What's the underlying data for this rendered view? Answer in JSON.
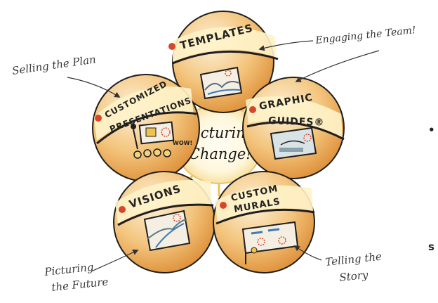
{
  "center": {
    "line1": "Picturing",
    "line2": "Change!!"
  },
  "nodes": [
    {
      "id": "templates",
      "label": "TEMPLATES"
    },
    {
      "id": "customized",
      "label1": "CUSTOMIZED",
      "label2": "PRESENTATIONS"
    },
    {
      "id": "graphic",
      "label1": "GRAPHIC",
      "label2": "GUIDES®"
    },
    {
      "id": "visions",
      "label": "VISIONS"
    },
    {
      "id": "murals",
      "label1": "CUSTOM",
      "label2": "MURALS"
    }
  ],
  "annotations": {
    "selling": "Selling the Plan",
    "engaging": "Engaging the Team!",
    "picturing_1": "Picturing",
    "picturing_2": "the Future",
    "telling_1": "Telling the",
    "telling_2": "Story"
  },
  "wow_text": "WOW!",
  "edge_glyphs": {
    "top": "•",
    "bottom": "s"
  },
  "colors": {
    "ball_light": "#fbe6bf",
    "ball_mid": "#f2b964",
    "ball_dark": "#d9822b",
    "band": "#fff1c4",
    "dot": "#d8452b",
    "ink": "#1f1f1f",
    "sun": "#f7d46a"
  }
}
